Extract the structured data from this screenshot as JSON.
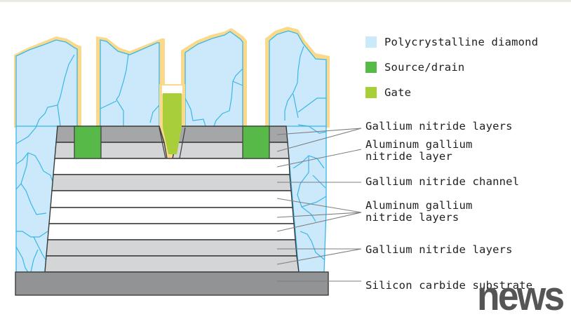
{
  "figure": {
    "type": "Cross-section of a gallium nitride transistor with polycrystalline diamond heat spreader"
  },
  "colors": {
    "diamond_fill": "#cbe9fa",
    "diamond_grain": "#3bb6e8",
    "diamond_outline": "#fbd98a",
    "source_drain": "#56b948",
    "gate": "#a8cf3a",
    "gan_dark": "#a5a6a8",
    "gan_light": "#d4d5d6",
    "algan": "#ffffff",
    "substrate": "#929395",
    "leader_line": "#808080"
  },
  "legend": [
    {
      "label": "Polycrystalline diamond",
      "color": "#cbe9fa"
    },
    {
      "label": "Source/drain",
      "color": "#56b948"
    },
    {
      "label": "Gate",
      "color": "#a8cf3a"
    }
  ],
  "callouts": [
    {
      "label": "Gallium nitride layers"
    },
    {
      "label": "Aluminum gallium\nnitride layer"
    },
    {
      "label": "Gallium nitride channel"
    },
    {
      "label": "Aluminum gallium\nnitride layers"
    },
    {
      "label": "Gallium nitride layers"
    },
    {
      "label": "Silicon carbide substrate"
    }
  ],
  "watermark": "news"
}
